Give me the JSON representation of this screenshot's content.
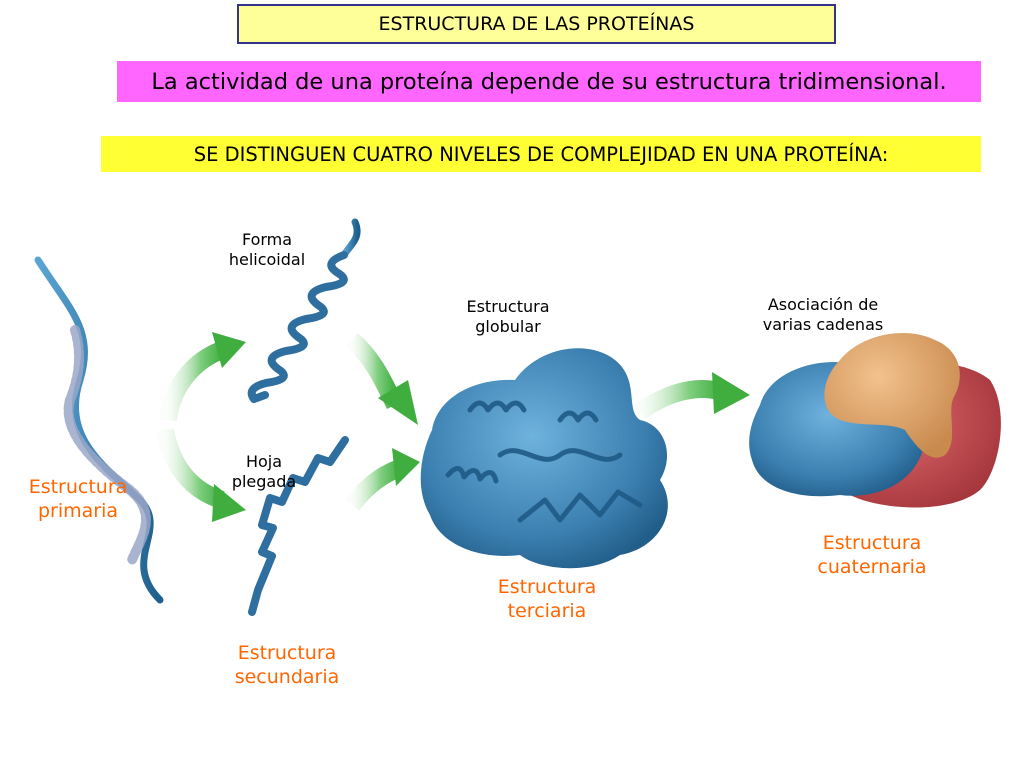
{
  "title": "ESTRUCTURA DE LAS PROTEÍNAS",
  "subtitle": "La actividad de una proteína depende de su estructura tridimensional.",
  "levels_heading": "SE DISTINGUEN CUATRO NIVELES DE COMPLEJIDAD EN UNA PROTEÍNA:",
  "labels": {
    "helix": [
      "Forma",
      "helicoidal"
    ],
    "sheet": [
      "Hoja",
      "plegada"
    ],
    "globular": [
      "Estructura",
      "globular"
    ],
    "association": [
      "Asociación de",
      "varias cadenas"
    ],
    "primary": [
      "Estructura",
      "primaria"
    ],
    "secondary": [
      "Estructura",
      "secundaria"
    ],
    "tertiary": [
      "Estructura",
      "terciaria"
    ],
    "quaternary": [
      "Estructura",
      "cuaternaria"
    ]
  },
  "colors": {
    "orange_label": "#ff6600",
    "protein_blue": "#3f83b3",
    "arrow_green": "#4cb94c",
    "tan_subunit": "#e0a46a",
    "red_subunit": "#c0454a"
  }
}
